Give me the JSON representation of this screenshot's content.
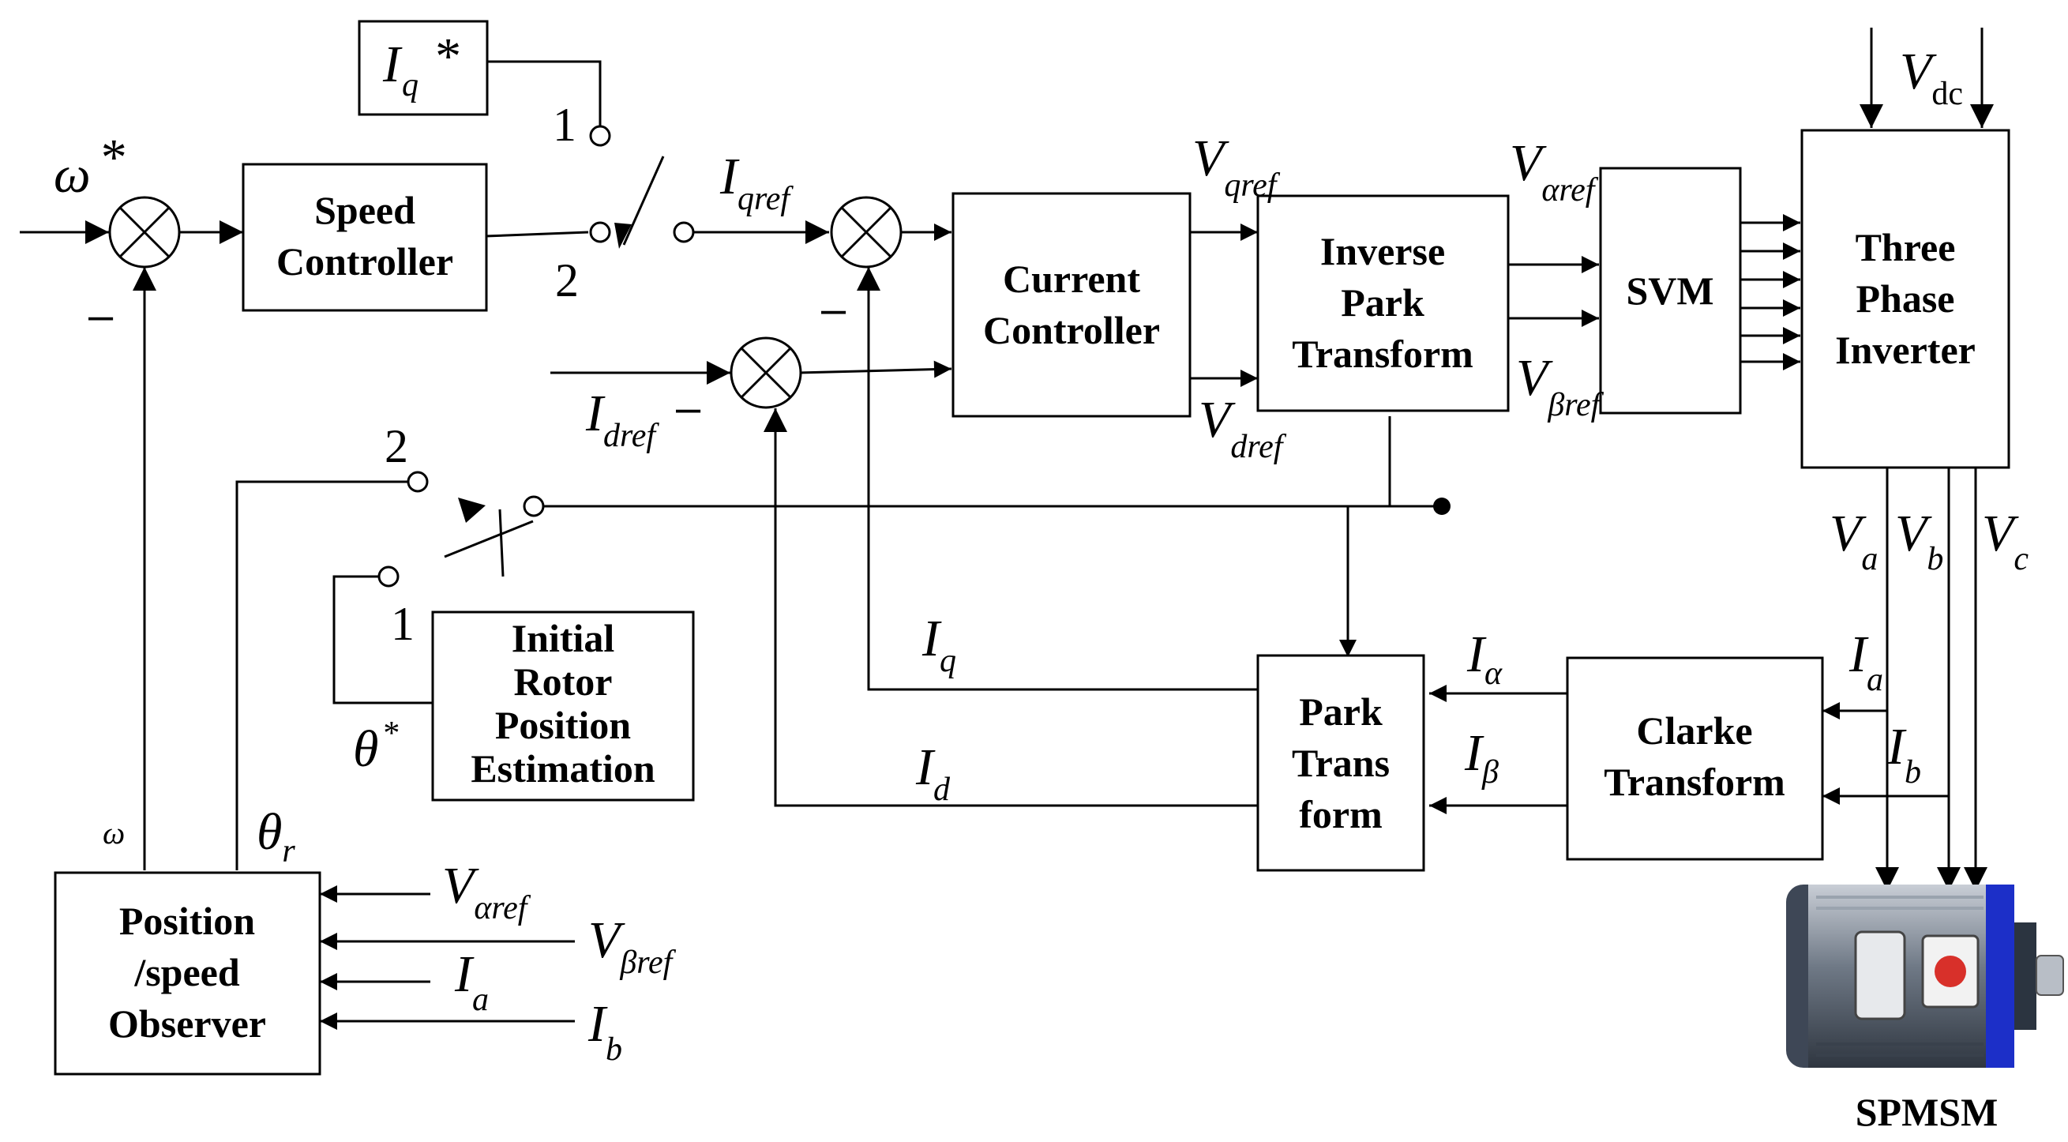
{
  "blocks": {
    "speed_controller": [
      "Speed",
      "Controller"
    ],
    "current_controller": [
      "Current",
      "Controller"
    ],
    "inverse_park": [
      "Inverse",
      "Park",
      "Transform"
    ],
    "svm": [
      "SVM"
    ],
    "inverter": [
      "Three",
      "Phase",
      "Inverter"
    ],
    "initial_rotor": [
      "Initial",
      "Rotor",
      "Position",
      "Estimation"
    ],
    "observer": [
      "Position",
      "/speed",
      "Observer"
    ],
    "park": [
      "Park",
      "Trans",
      "form"
    ],
    "clarke": [
      "Clarke",
      "Transform"
    ],
    "motor_label": "SPMSM"
  },
  "signals": {
    "iq_star": {
      "main": "I",
      "sub": "q",
      "sup": "*"
    },
    "omega_star": {
      "main": "ω",
      "sup": "*"
    },
    "iqref": {
      "main": "I",
      "sub": "qref"
    },
    "idref": {
      "main": "I",
      "sub": "dref"
    },
    "vqref": {
      "main": "V",
      "sub": "qref"
    },
    "vdref": {
      "main": "V",
      "sub": "dref"
    },
    "valpharef": {
      "main": "V",
      "sub": "αref"
    },
    "vbetaref": {
      "main": "V",
      "sub": "βref"
    },
    "vdc": {
      "main": "V",
      "sub": "dc"
    },
    "va": {
      "main": "V",
      "sub": "a"
    },
    "vb": {
      "main": "V",
      "sub": "b"
    },
    "vc": {
      "main": "V",
      "sub": "c"
    },
    "ia": {
      "main": "I",
      "sub": "a"
    },
    "ib": {
      "main": "I",
      "sub": "b"
    },
    "ialpha": {
      "main": "I",
      "sub": "α"
    },
    "ibeta": {
      "main": "I",
      "sub": "β"
    },
    "iq": {
      "main": "I",
      "sub": "q"
    },
    "id": {
      "main": "I",
      "sub": "d"
    },
    "theta_star": {
      "main": "θ",
      "sup": "*"
    },
    "theta_r": {
      "main": "θ",
      "sub": "r"
    },
    "omega": "ω",
    "obs_valpharef": {
      "main": "V",
      "sub": "αref"
    },
    "obs_vbetaref": {
      "main": "V",
      "sub": "βref"
    },
    "obs_ia": {
      "main": "I",
      "sub": "a"
    },
    "obs_ib": {
      "main": "I",
      "sub": "b"
    }
  },
  "switch_positions": {
    "one": "1",
    "two": "2",
    "minus": "–"
  },
  "colors": {
    "line": "#000000",
    "motor_body": "#5a6472",
    "motor_end": "#1c2fc8",
    "motor_badge": "#d8302a"
  }
}
